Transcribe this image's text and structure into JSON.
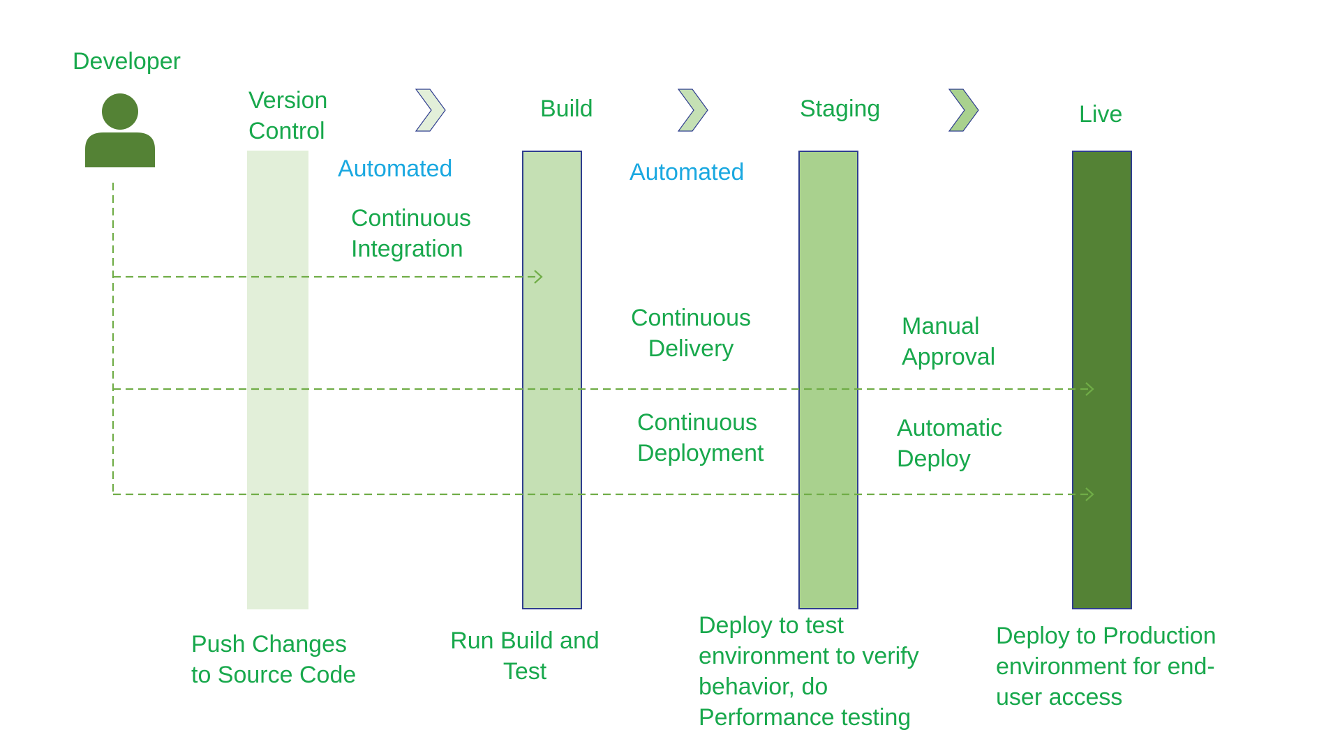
{
  "colors": {
    "text_green": "#18a84c",
    "automated_blue": "#1aa8e0",
    "developer_icon": "#548235",
    "version_control_bar": "#e2efd9",
    "build_bar": "#c5e0b4",
    "staging_bar": "#a9d18e",
    "live_bar": "#548235",
    "bar_border": "#2f3d8f",
    "flow_arrow": "#70ad47"
  },
  "developer": {
    "label": "Developer",
    "icon": "person-icon"
  },
  "stages": [
    {
      "id": "version-control",
      "title": "Version\nControl",
      "description": "Push Changes\nto Source Code"
    },
    {
      "id": "build",
      "title": "Build",
      "description": "Run Build and\nTest"
    },
    {
      "id": "staging",
      "title": "Staging",
      "description": "Deploy to test\nenvironment to verify\nbehavior, do\nPerformance testing"
    },
    {
      "id": "live",
      "title": "Live",
      "description": "Deploy to Production\nenvironment for end-\nuser access"
    }
  ],
  "transitions": [
    {
      "icon": "chevron-right-icon"
    },
    {
      "icon": "chevron-right-icon"
    },
    {
      "icon": "chevron-right-icon"
    }
  ],
  "gates": {
    "vc_to_build": "Automated",
    "build_to_staging": "Automated",
    "staging_to_live_manual": "Manual\nApproval",
    "staging_to_live_automatic": "Automatic\nDeploy"
  },
  "flows": [
    {
      "label": "Continuous\nIntegration",
      "from": "Developer",
      "to": "Build"
    },
    {
      "label": "Continuous\nDelivery",
      "from": "Developer",
      "to": "Live"
    },
    {
      "label": "Continuous\nDeployment",
      "from": "Developer",
      "to": "Live"
    }
  ]
}
